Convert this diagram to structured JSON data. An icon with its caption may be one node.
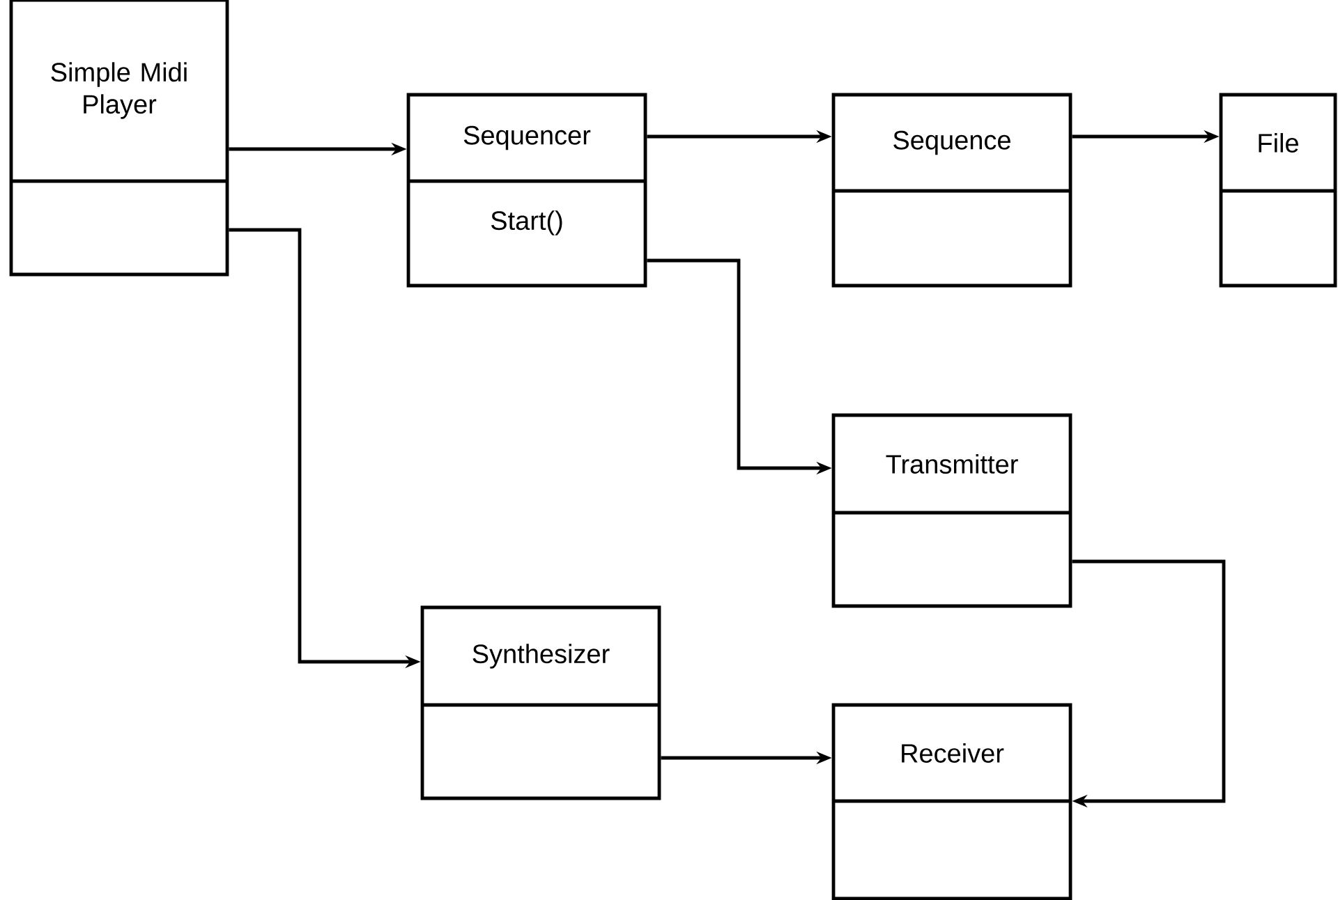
{
  "diagram": {
    "nodes": [
      {
        "text": [
          "Simple Midi Player"
        ]
      },
      {
        "text": [
          "Sequencer",
          "Start()"
        ]
      },
      {
        "text": [
          "Sequence"
        ]
      },
      {
        "text": [
          "File"
        ]
      },
      {
        "text": [
          "Transmitter"
        ]
      },
      {
        "text": [
          "Synthesizer"
        ]
      },
      {
        "text": [
          "Receiver"
        ]
      }
    ],
    "edges": [
      {
        "from": 0,
        "to": 1,
        "arrow": "to"
      },
      {
        "from": 1,
        "to": 2,
        "arrow": "to"
      },
      {
        "from": 2,
        "to": 3,
        "arrow": "to"
      },
      {
        "from": 1,
        "to": 4,
        "arrow": "to"
      },
      {
        "from": 0,
        "to": 5,
        "arrow": "to"
      },
      {
        "from": 5,
        "to": 6,
        "arrow": "to"
      },
      {
        "from": 4,
        "to": 6,
        "arrow": "to"
      }
    ]
  }
}
